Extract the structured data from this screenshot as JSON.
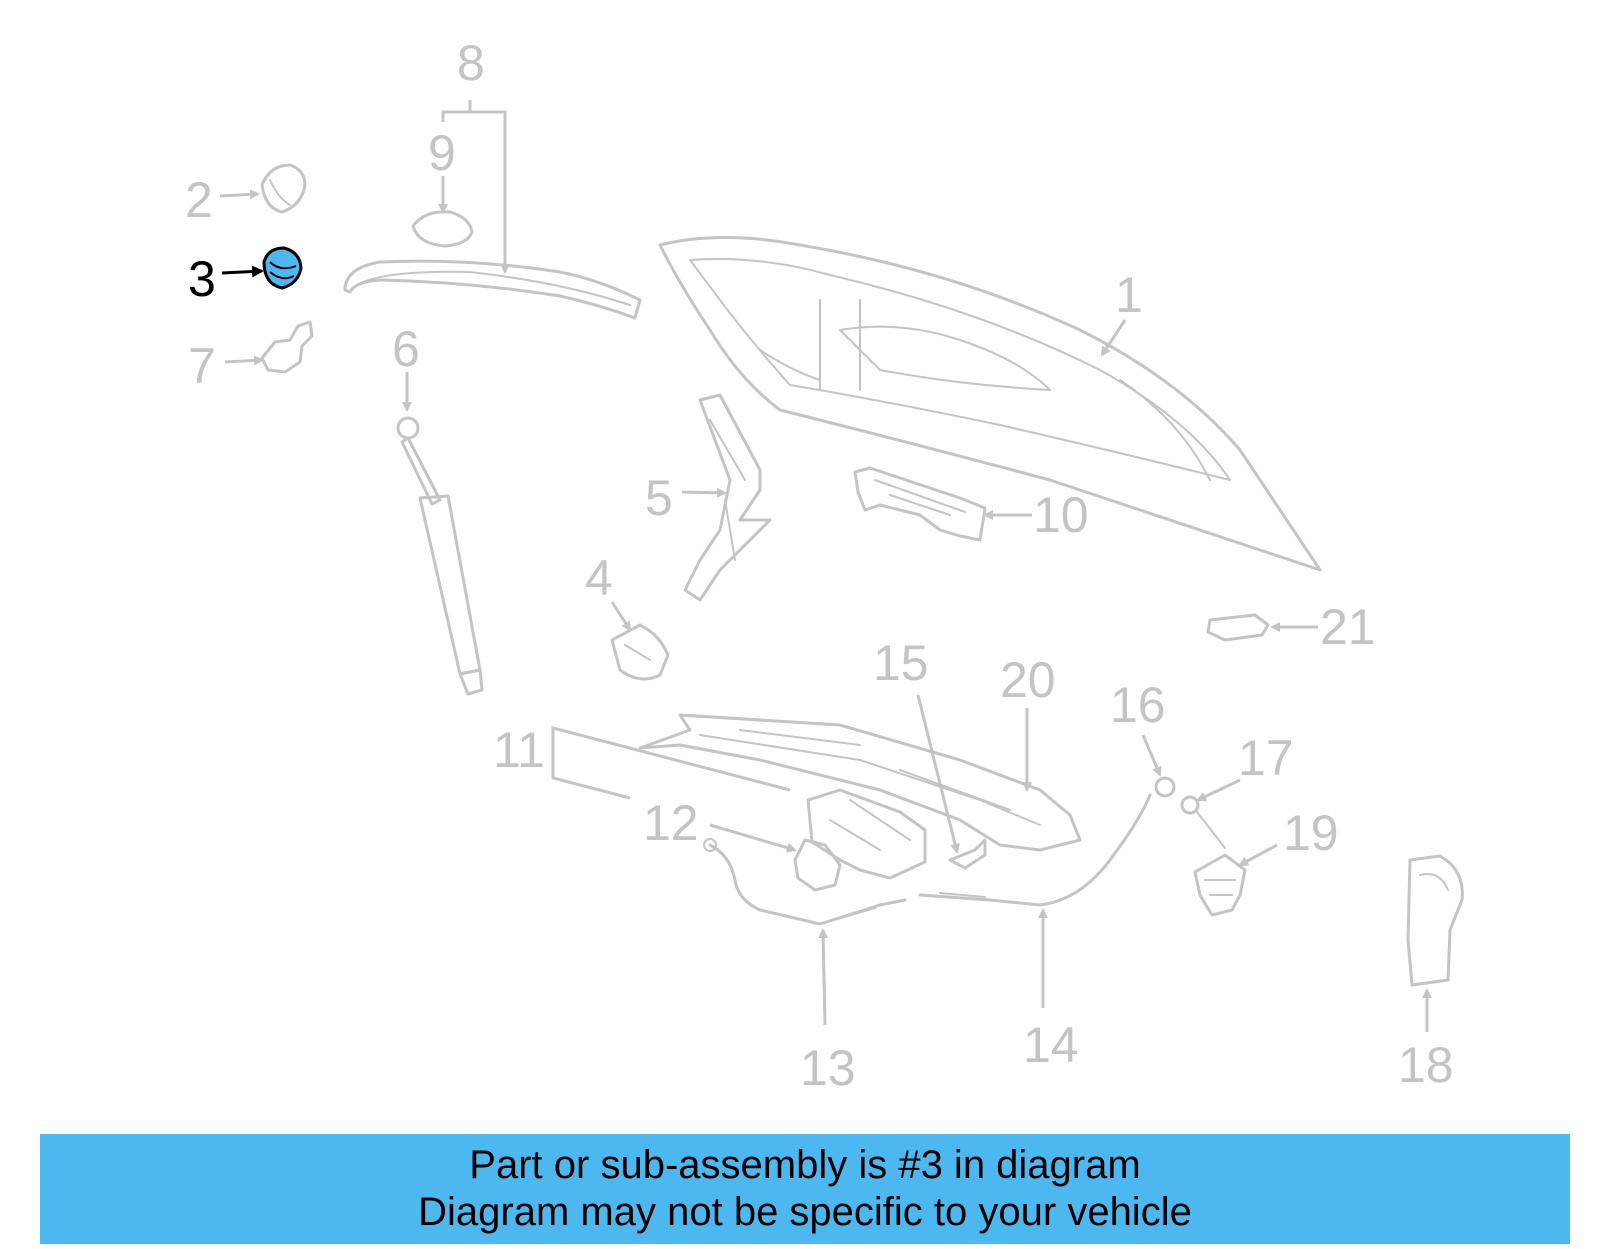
{
  "colors": {
    "part_line": "#c4c4c4",
    "highlight_fill": "#4db8f0",
    "highlight_line": "#000000",
    "banner_bg": "#4db8f0"
  },
  "callouts": {
    "c1": "1",
    "c2": "2",
    "c3": "3",
    "c4": "4",
    "c5": "5",
    "c6": "6",
    "c7": "7",
    "c8": "8",
    "c9": "9",
    "c10": "10",
    "c11": "11",
    "c12": "12",
    "c13": "13",
    "c14": "14",
    "c15": "15",
    "c16": "16",
    "c17": "17",
    "c18": "18",
    "c19": "19",
    "c20": "20",
    "c21": "21"
  },
  "highlighted_part": "3",
  "banner": {
    "line1": "Part or sub-assembly is #3 in diagram",
    "line2": "Diagram may not be specific to your vehicle"
  }
}
